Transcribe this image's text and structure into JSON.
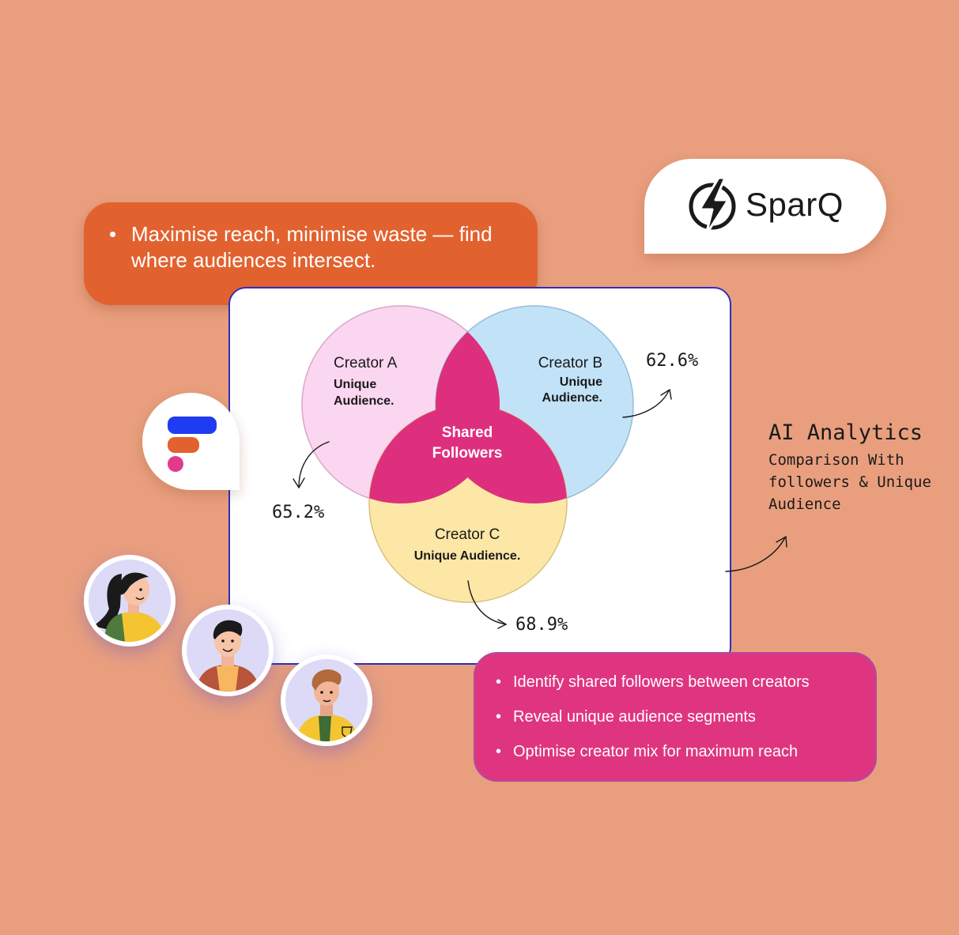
{
  "colors": {
    "background": "#E99F7E",
    "orange_card": "#E2622F",
    "pink_card": "#DF3580",
    "circle_a": "#FBD6F0",
    "circle_b": "#C2E2F8",
    "circle_c": "#FCE7A6",
    "shared": "#DE2F7F",
    "border_blue": "#2e2fb8"
  },
  "intro_card": {
    "bullet": "•",
    "text_line1": "Maximise reach, minimise waste — find",
    "text_line2": "where audiences intersect."
  },
  "logo": {
    "icon": "lightning-bolt-icon",
    "brand_name": "SparQ"
  },
  "venn": {
    "creator_a": {
      "title": "Creator A",
      "line1": "Unique",
      "line2": "Audience."
    },
    "creator_b": {
      "title": "Creator B",
      "line1": "Unique",
      "line2": "Audience."
    },
    "creator_c": {
      "title": "Creator C",
      "line1": "Unique Audience."
    },
    "shared": {
      "line1": "Shared",
      "line2": "Followers"
    }
  },
  "percentages": {
    "a": "65.2%",
    "b": "62.6%",
    "c": "68.9%"
  },
  "annotation": {
    "title": "AI Analytics",
    "line1": "Comparison With",
    "line2": "followers & Unique",
    "line3": "Audience"
  },
  "features": [
    "Identify shared followers between creators",
    "Reveal unique audience segments",
    "Optimise creator mix for maximum reach"
  ],
  "icons": [
    "app-logo-icon",
    "lightning-bolt-icon",
    "curved-arrow-icon",
    "avatar-woman-icon",
    "avatar-man-icon",
    "avatar-boy-icon"
  ]
}
